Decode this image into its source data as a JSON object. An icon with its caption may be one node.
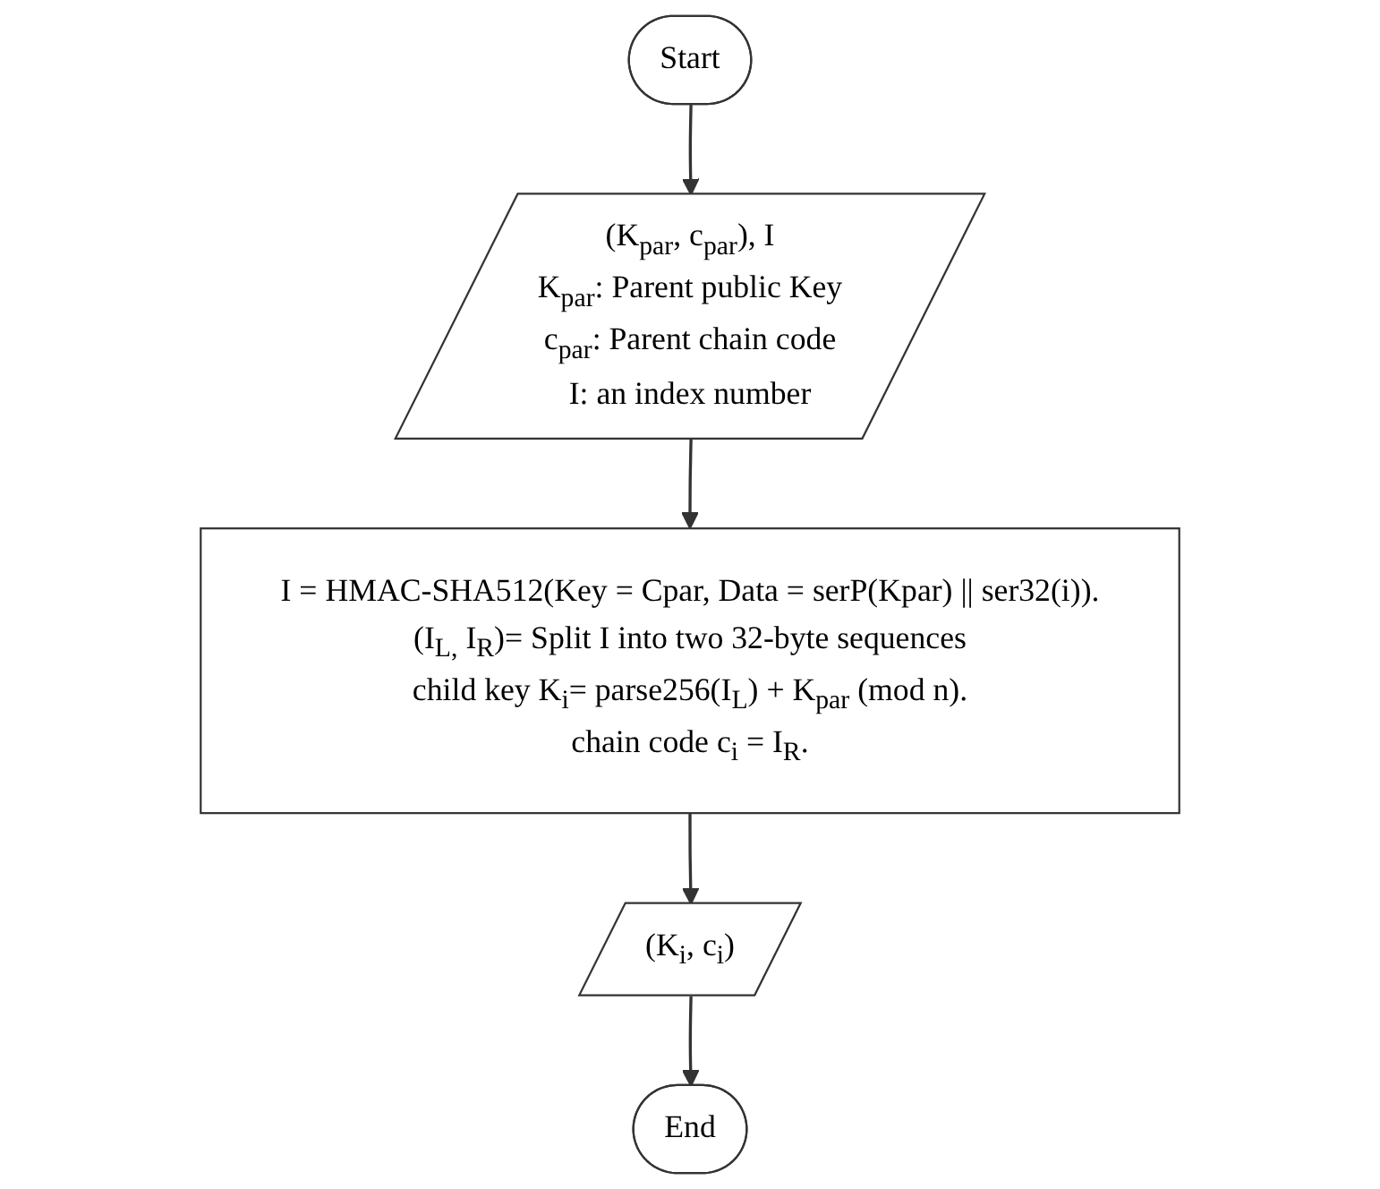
{
  "diagram": {
    "nodes": [
      {
        "text": [
          "Start"
        ]
      },
      {
        "text": [
          "(K$_{par}$, c$_{par}$), I",
          "K$_{par}$:  Parent public Key",
          "c$_{par}$: Parent chain code",
          "I: an index number"
        ]
      },
      {
        "text": [
          "I = HMAC-SHA512(Key = Cpar, Data = serP(Kpar) || ser32(i)).",
          "(I$_{L,}$ I$_{R}$)= Split I into two 32-byte sequences",
          "child key K$_{i}$= parse256(I$_{L}$) + K$_{par}$ (mod n).",
          "chain code c$_{i}$ = I$_{R}$."
        ]
      },
      {
        "text": [
          "(K$_{i}$, c$_{i}$)"
        ]
      },
      {
        "text": [
          "End"
        ]
      }
    ],
    "edges": [
      {
        "from": 0,
        "to": 1,
        "arrow": "to"
      },
      {
        "from": 1,
        "to": 2,
        "arrow": "to"
      },
      {
        "from": 2,
        "to": 3,
        "arrow": "to"
      },
      {
        "from": 3,
        "to": 4,
        "arrow": "to"
      }
    ]
  }
}
